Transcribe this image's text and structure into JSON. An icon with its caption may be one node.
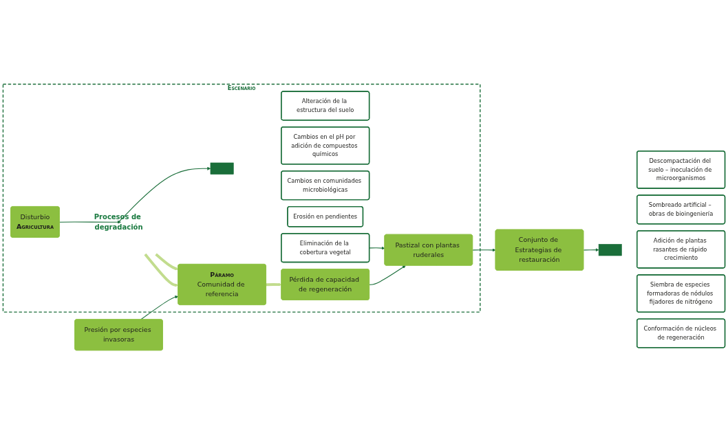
{
  "diagram": {
    "nodes": [
      {
        "text": [
          "Escenario"
        ]
      },
      {
        "text": [
          "Disturbio",
          "Agricultura"
        ],
        "in": 0
      },
      {
        "text": [
          "Procesos de degradación"
        ],
        "in": 0
      },
      {
        "text": [
          "Páramo",
          "Comunidad de referencia"
        ],
        "in": 0
      },
      {
        "text": [
          "Presión por especies invasoras"
        ]
      },
      {
        "text": [],
        "shape": "bar",
        "in": 0
      },
      {
        "text": [
          "Alteración de la estructura del suelo"
        ],
        "in": 0
      },
      {
        "text": [
          "Cambios en el pH por adición de compuestos químicos"
        ],
        "in": 0
      },
      {
        "text": [
          "Cambios en comunidades microbiológicas"
        ],
        "in": 0
      },
      {
        "text": [
          "Erosión en pendientes"
        ],
        "in": 0
      },
      {
        "text": [
          "Eliminación de la cobertura vegetal"
        ],
        "in": 0
      },
      {
        "text": [
          "Pérdida de capacidad de regeneración"
        ],
        "in": 0
      },
      {
        "text": [
          "Pastizal con plantas ruderales"
        ],
        "in": 0
      },
      {
        "text": [
          "Descompactación del suelo – inoculación de microorganismos"
        ]
      },
      {
        "text": [
          "Sombreado artificial – obras de bioingeniería"
        ]
      },
      {
        "text": [
          "Adición de plantas rasantes de rápido crecimiento"
        ]
      },
      {
        "text": [
          "Siembra de especies formadoras de nódulos fijadores de nitrógeno"
        ]
      },
      {
        "text": [
          "Conformación de núcleos de regeneración"
        ]
      },
      {
        "text": [],
        "shape": "bar"
      },
      {
        "text": [
          "Conjunto de Estrategias de restauración"
        ]
      }
    ],
    "edges": [
      {
        "from": 1,
        "to": 2,
        "arrow": "to"
      },
      {
        "from": 2,
        "to": 5,
        "arrow": "to"
      },
      {
        "from": 2,
        "to": 3,
        "arrow": "to",
        "style": "thick",
        "color": "#c2dc8e"
      },
      {
        "from": 2,
        "to": 3,
        "arrow": "to",
        "style": "thick",
        "color": "#c2dc8e"
      },
      {
        "from": 4,
        "to": 3,
        "arrow": "to"
      },
      {
        "from": 3,
        "to": 11,
        "arrow": "to",
        "style": "thick",
        "color": "#c2dc8e"
      },
      {
        "from": 10,
        "to": 12,
        "arrow": "to"
      },
      {
        "from": 11,
        "to": 12,
        "arrow": "to"
      },
      {
        "from": 12,
        "to": 19,
        "arrow": "to"
      },
      {
        "from": 19,
        "to": 18,
        "arrow": "to"
      }
    ]
  }
}
